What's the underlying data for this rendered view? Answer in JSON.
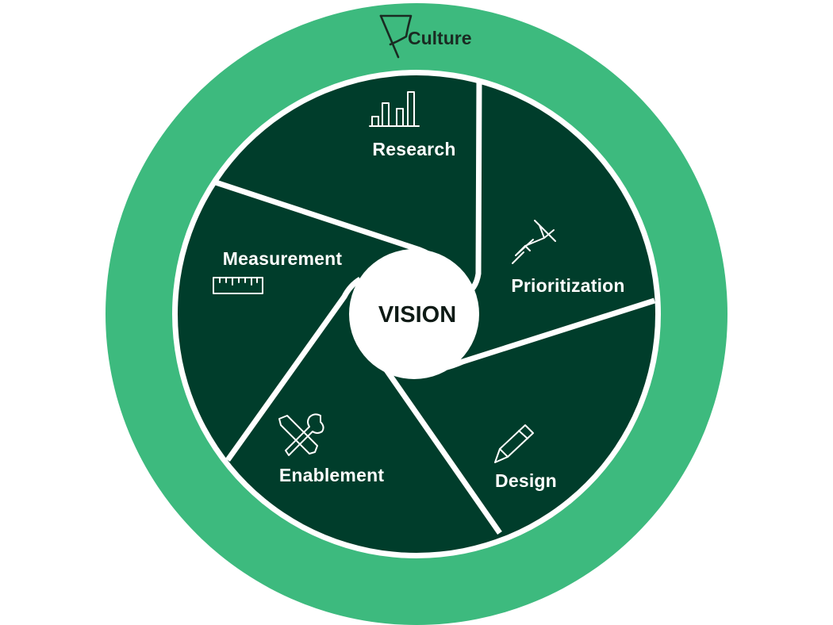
{
  "outer_ring": {
    "label": "Culture",
    "icon": "flag-icon",
    "color": "#3dba7e"
  },
  "center": {
    "label": "VISION"
  },
  "segment_color": "#003d2b",
  "segments": [
    {
      "label": "Research",
      "icon": "bar-chart-icon"
    },
    {
      "label": "Prioritization",
      "icon": "pushpin-icon"
    },
    {
      "label": "Design",
      "icon": "pencil-icon"
    },
    {
      "label": "Enablement",
      "icon": "tools-icon"
    },
    {
      "label": "Measurement",
      "icon": "ruler-icon"
    }
  ]
}
